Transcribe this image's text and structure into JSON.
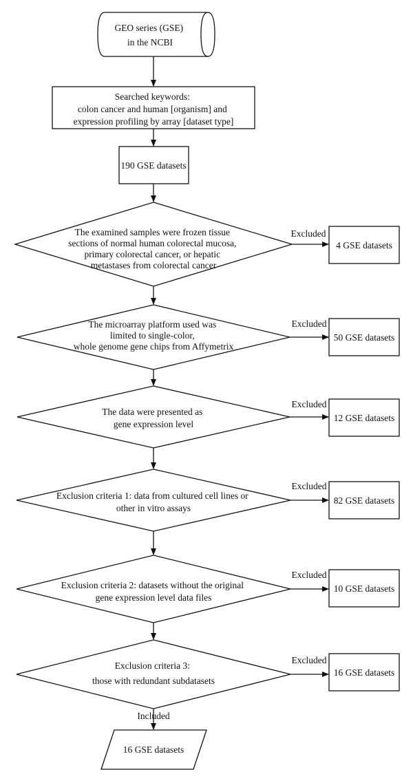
{
  "start": {
    "lines": [
      "GEO series (GSE)",
      "in the NCBI"
    ]
  },
  "search": {
    "lines": [
      "Searched keywords:",
      "colon cancer and human [organism] and",
      "expression profiling by array [dataset type]"
    ]
  },
  "initial": {
    "label": "190 GSE datasets"
  },
  "steps": [
    {
      "lines": [
        "The examined samples were frozen tissue",
        "sections of normal human colorectal mucosa,",
        "primary colorectal cancer, or hepatic",
        "metastases from colorectal cancer"
      ],
      "excluded_label": "Excluded",
      "excluded_count": "4 GSE datasets"
    },
    {
      "lines": [
        "The microarray platform used was",
        "limited to single-color,",
        "whole genome gene chips from Affymetrix"
      ],
      "excluded_label": "Excluded",
      "excluded_count": "50 GSE datasets"
    },
    {
      "lines": [
        "The data were presented as",
        "gene expression level"
      ],
      "excluded_label": "Excluded",
      "excluded_count": "12 GSE datasets"
    },
    {
      "lines": [
        "Exclusion criteria 1: data from cultured cell lines or",
        "other in vitro assays"
      ],
      "excluded_label": "Excluded",
      "excluded_count": "82 GSE datasets"
    },
    {
      "lines": [
        "Exclusion criteria 2: datasets without the original",
        "gene expression level data files"
      ],
      "excluded_label": "Excluded",
      "excluded_count": "10 GSE datasets"
    },
    {
      "lines": [
        "Exclusion criteria 3:",
        "those with redundant subdatasets"
      ],
      "excluded_label": "Excluded",
      "excluded_count": "16 GSE datasets"
    }
  ],
  "included_label": "Included",
  "final": {
    "label": "16 GSE datasets"
  }
}
